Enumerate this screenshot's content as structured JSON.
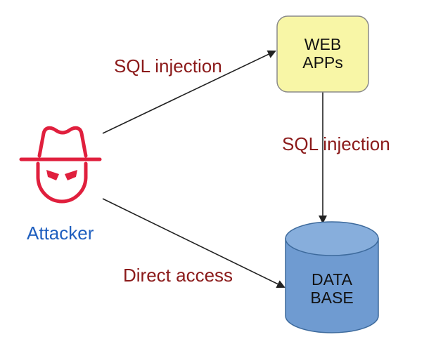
{
  "colors": {
    "edge_label": "#8b1a1a",
    "actor_label": "#1f5fbf",
    "webapp_fill": "#f8f6a6",
    "webapp_stroke": "#8a8a8a",
    "database_fill": "#6f9bd1",
    "database_top": "#87aedc",
    "database_stroke": "#3d6a9c",
    "attacker_icon": "#e01f3d",
    "arrow": "#222222"
  },
  "nodes": {
    "web_app": {
      "line1": "WEB",
      "line2": "APPs"
    },
    "database": {
      "line1": "DATA",
      "line2": "BASE"
    },
    "attacker": {
      "label": "Attacker",
      "icon": "hacker-hat-icon"
    }
  },
  "edges": {
    "attacker_to_webapp": {
      "label": "SQL injection"
    },
    "webapp_to_database": {
      "label": "SQL injection"
    },
    "attacker_to_database": {
      "label": "Direct access"
    }
  }
}
